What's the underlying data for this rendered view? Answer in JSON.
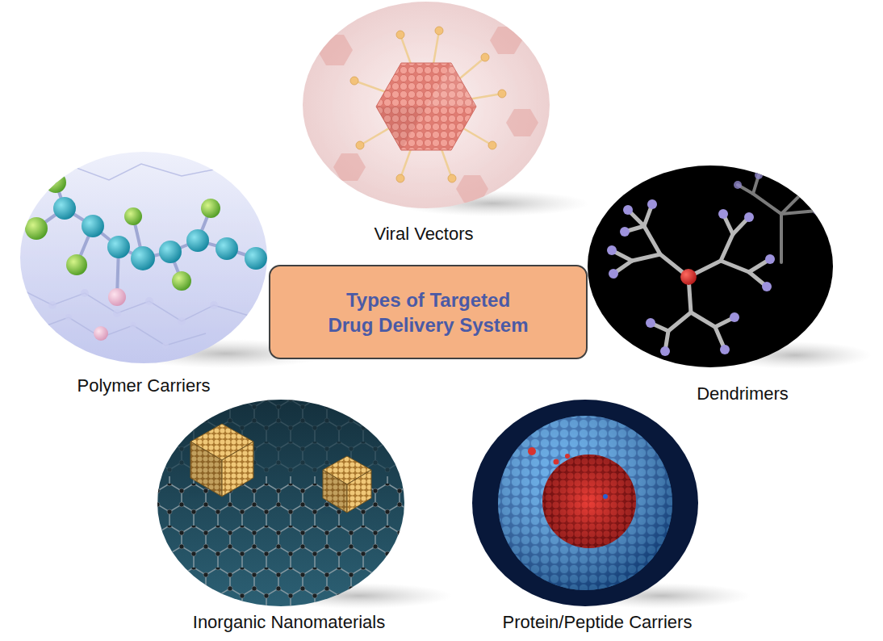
{
  "diagram": {
    "nodes": [
      {
        "text": [
          "Viral Vectors"
        ]
      },
      {
        "text": [
          "Polymer Carriers"
        ]
      },
      {
        "text": [
          "Types of Targeted Drug Delivery System"
        ]
      },
      {
        "text": [
          "Dendrimers"
        ]
      },
      {
        "text": [
          "Inorganic Nanomaterials"
        ]
      },
      {
        "text": [
          "Protein/Peptide Carriers"
        ]
      }
    ]
  }
}
